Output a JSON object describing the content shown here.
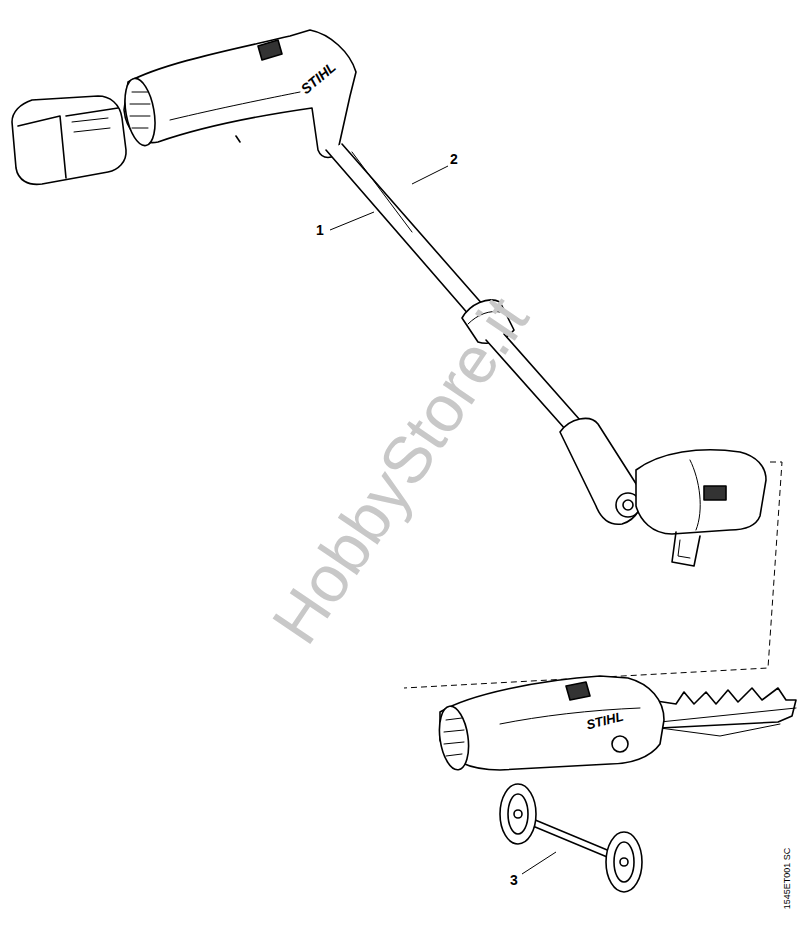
{
  "diagram": {
    "labels": [
      "1",
      "2",
      "3",
      "HobbyStore.it",
      "STIHL",
      "STIHL",
      "1545ET001 SC"
    ]
  }
}
